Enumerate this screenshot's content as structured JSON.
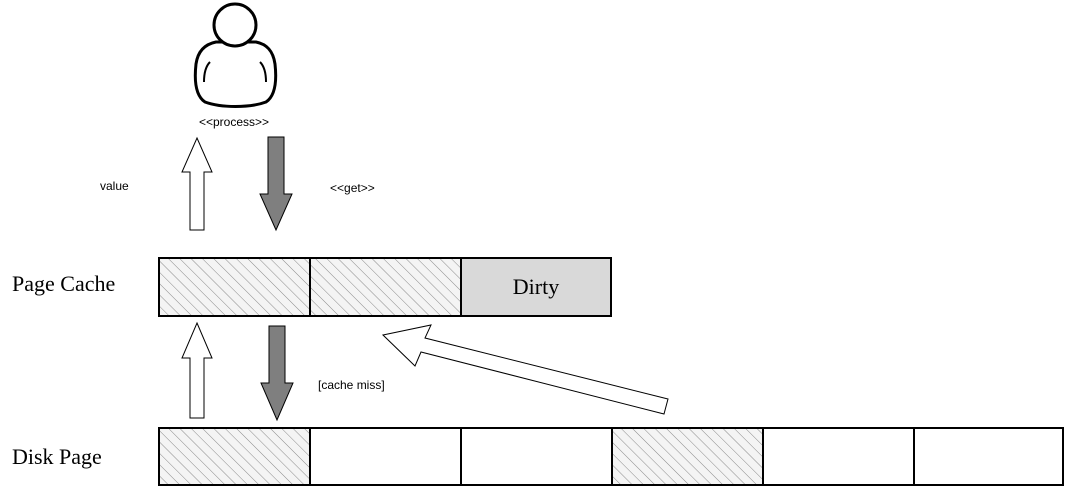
{
  "actor": {
    "label": "<<process>>",
    "icon": "person-icon"
  },
  "labels": {
    "value": "value",
    "get": "<<get>>",
    "cache_miss": "[cache miss]"
  },
  "page_cache": {
    "label": "Page Cache",
    "cells": [
      {
        "state": "hatched",
        "text": ""
      },
      {
        "state": "hatched",
        "text": ""
      },
      {
        "state": "dirty",
        "text": "Dirty"
      }
    ]
  },
  "disk_page": {
    "label": "Disk Page",
    "cells": [
      {
        "state": "hatched"
      },
      {
        "state": "empty"
      },
      {
        "state": "empty"
      },
      {
        "state": "hatched"
      },
      {
        "state": "empty"
      },
      {
        "state": "empty"
      }
    ]
  },
  "colors": {
    "stroke": "#000000",
    "hatch": "#8a8a8a",
    "hatch_bg": "#f2f2f2",
    "dirty_fill": "#d9d9d9",
    "filled_arrow": "#7f7f7f",
    "hollow_arrow": "#ffffff"
  }
}
